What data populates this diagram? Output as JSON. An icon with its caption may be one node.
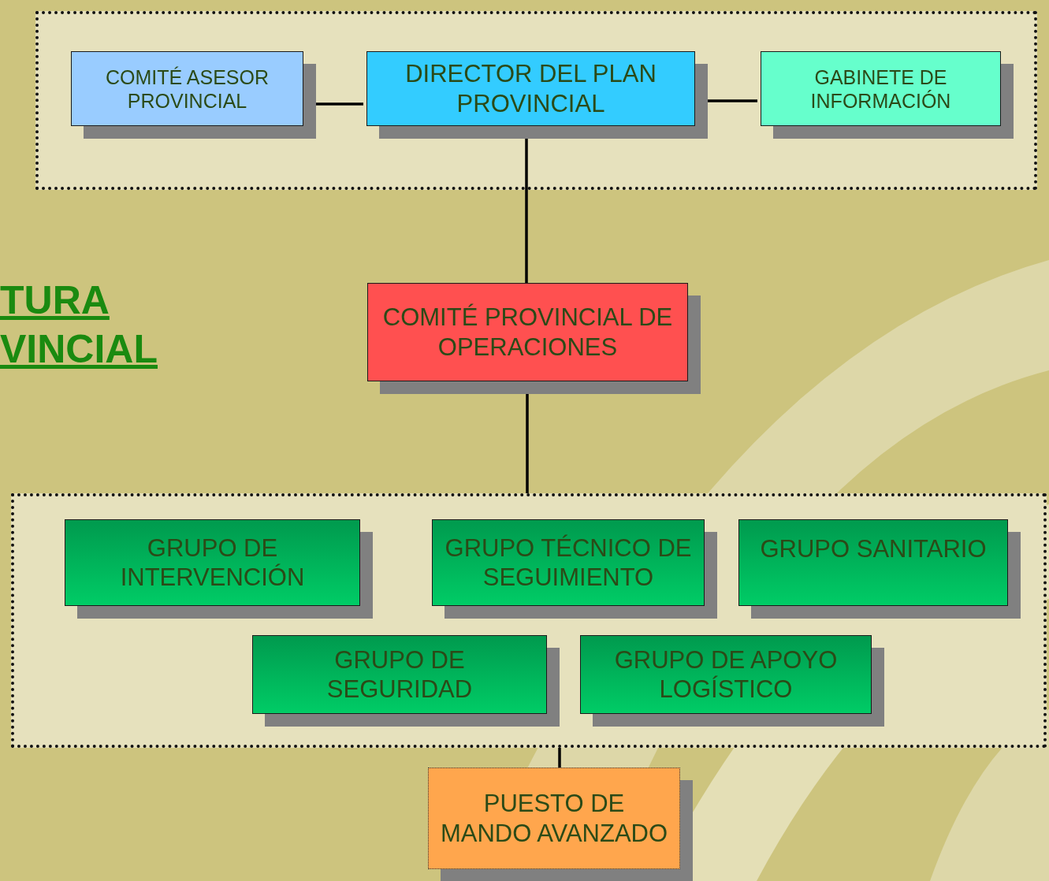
{
  "diagram": {
    "nodes": [
      {
        "text": [],
        "shape": "box"
      },
      {
        "text": [
          "COMITÉ ASESOR PROVINCIAL"
        ],
        "in": 0
      },
      {
        "text": [
          "DIRECTOR DEL PLAN PROVINCIAL"
        ],
        "in": 0
      },
      {
        "text": [
          "GABINETE DE INFORMACIÓN"
        ],
        "in": 0
      },
      {
        "text": [
          "COMITÉ PROVINCIAL DE OPERACIONES"
        ]
      },
      {
        "text": [],
        "shape": "box"
      },
      {
        "text": [
          "GRUPO DE INTERVENCIÓN"
        ],
        "in": 5
      },
      {
        "text": [
          "GRUPO TÉCNICO DE SEGUIMIENTO"
        ],
        "in": 5
      },
      {
        "text": [
          "GRUPO SANITARIO"
        ],
        "in": 5
      },
      {
        "text": [
          "GRUPO DE SEGURIDAD"
        ],
        "in": 5
      },
      {
        "text": [
          "GRUPO DE APOYO LOGÍSTICO"
        ],
        "in": 5
      },
      {
        "text": [
          "PUESTO DE MANDO AVANZADO"
        ]
      }
    ],
    "edges": [
      {
        "from": 1,
        "to": 2,
        "arrow": "none"
      },
      {
        "from": 2,
        "to": 3,
        "arrow": "none"
      },
      {
        "from": 2,
        "to": 4,
        "arrow": "none"
      },
      {
        "from": 4,
        "to": 5,
        "arrow": "none"
      },
      {
        "from": 5,
        "to": 11,
        "arrow": "none"
      }
    ],
    "labels": [
      "TURA",
      "VINCIAL"
    ]
  }
}
